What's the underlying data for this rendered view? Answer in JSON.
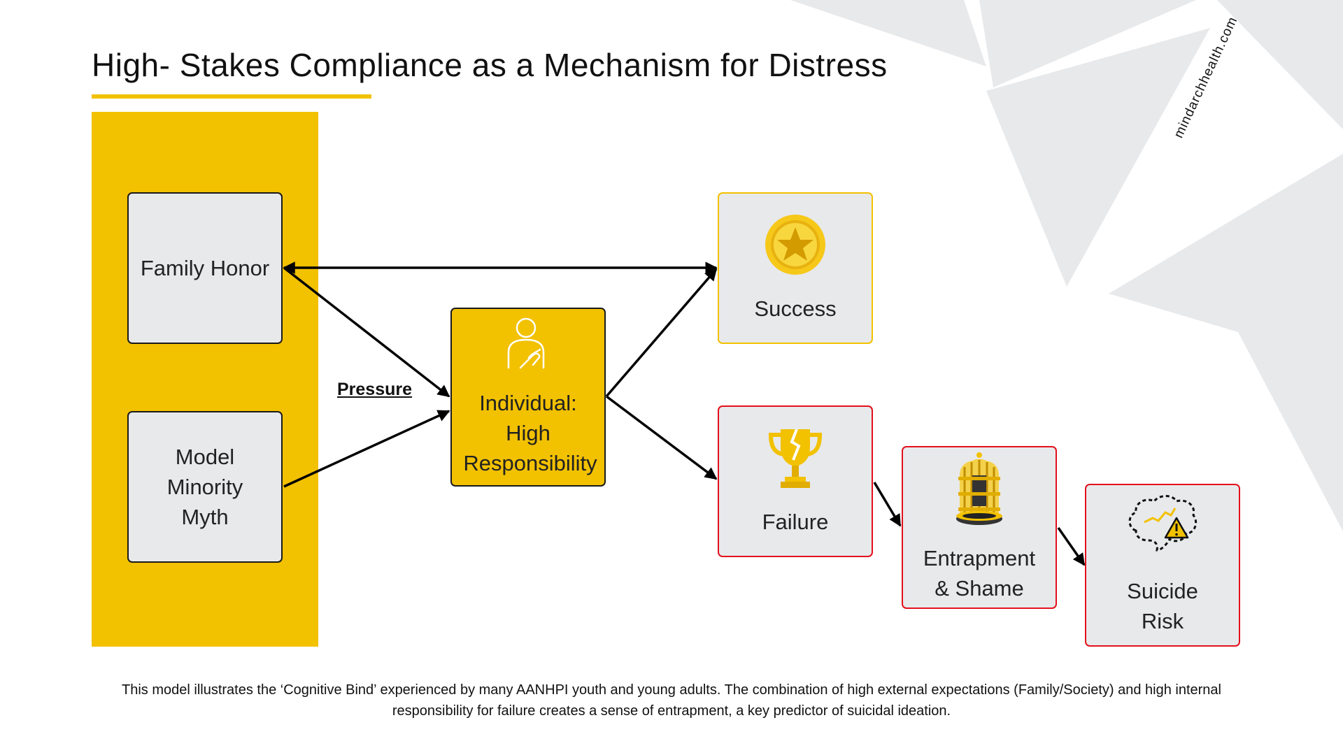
{
  "title": "High- Stakes Compliance as a Mechanism for Distress",
  "brand": "mindarchhealth.com",
  "colors": {
    "accent": "#f2c100",
    "risk": "#e3101c",
    "box_fill": "#e8e9eb",
    "outline": "#1a1a1a"
  },
  "nodes": {
    "family_honor": {
      "label": "Family Honor"
    },
    "model_minority": {
      "label": "Model Minority Myth"
    },
    "individual": {
      "label": "Individual: High Responsibility",
      "icon": "hand-on-heart-person-icon"
    },
    "success": {
      "label": "Success",
      "icon": "gold-star-medal-icon"
    },
    "failure": {
      "label": "Failure",
      "icon": "broken-trophy-icon"
    },
    "entrapment": {
      "label": "Entrapment & Shame",
      "icon": "cage-icon"
    },
    "suicide_risk": {
      "label": "Suicide Risk",
      "icon": "cracked-brain-warning-icon"
    }
  },
  "edges": [
    {
      "from": "family_honor",
      "to": "success",
      "bidirectional": true
    },
    {
      "from": "family_honor",
      "to": "individual"
    },
    {
      "from": "model_minority",
      "to": "individual"
    },
    {
      "from": "individual",
      "to": "success"
    },
    {
      "from": "individual",
      "to": "failure"
    },
    {
      "from": "failure",
      "to": "entrapment"
    },
    {
      "from": "entrapment",
      "to": "suicide_risk"
    }
  ],
  "pressure_label": "Pressure",
  "caption": "This model illustrates the ‘Cognitive Bind’ experienced by many AANHPI youth and young adults. The combination of high external expectations (Family/Society) and high internal responsibility for failure creates a sense of entrapment, a key predictor of suicidal ideation."
}
